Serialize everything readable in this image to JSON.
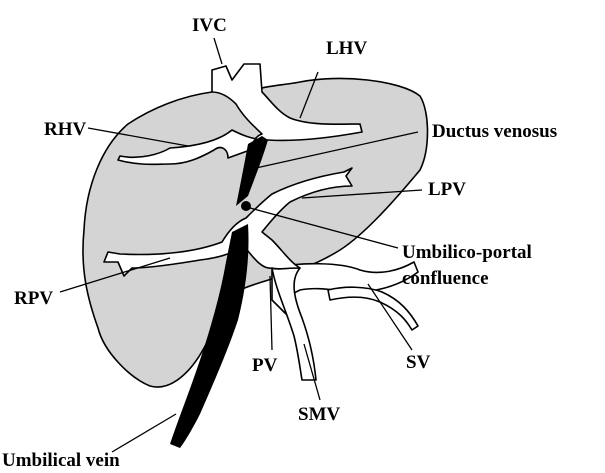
{
  "labels": {
    "ivc": "IVC",
    "lhv": "LHV",
    "rhv": "RHV",
    "ductus_venosus": "Ductus venosus",
    "lpv": "LPV",
    "umbilico_portal_line1": "Umbilico-portal",
    "umbilico_portal_line2": "confluence",
    "rpv": "RPV",
    "pv": "PV",
    "sv": "SV",
    "smv": "SMV",
    "umbilical_vein": "Umbilical vein"
  },
  "colors": {
    "liver_fill": "#d4d4d4",
    "vessel_fill": "#ffffff",
    "dark_vessel": "#000000",
    "line": "#000000"
  }
}
